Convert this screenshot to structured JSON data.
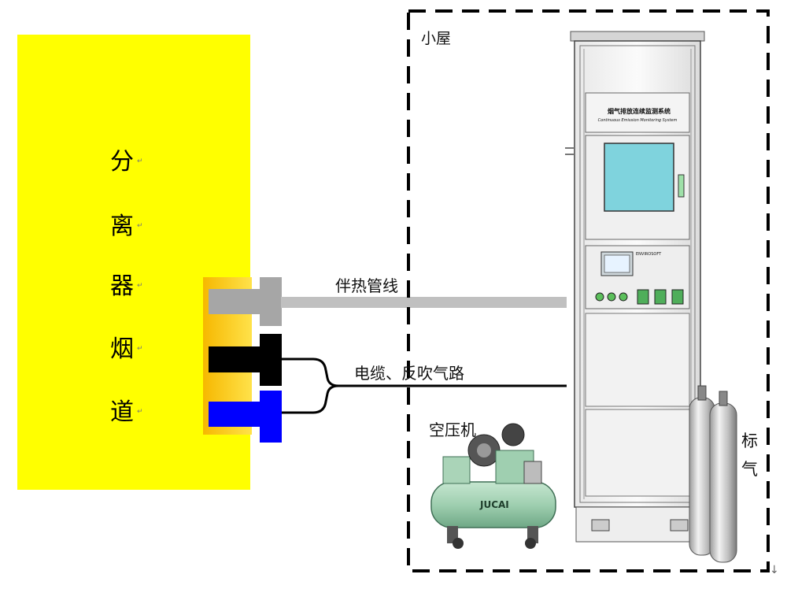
{
  "separator_flue": {
    "chars": [
      "分",
      "离",
      "器",
      "烟",
      "道"
    ],
    "color": "#ffff00"
  },
  "enclosure": {
    "label": "小屋"
  },
  "lines": {
    "heat_trace": {
      "label": "伴热管线",
      "color": "#c0c0c0"
    },
    "cable_blowback": {
      "label": "电缆、反吹气路",
      "color": "#000000"
    }
  },
  "connectors": {
    "gray": "#a6a6a6",
    "black": "#000000",
    "blue": "#0000ff"
  },
  "cabinet": {
    "title_cn": "烟气排放连续监测系统",
    "title_en": "Continuous Emission Monitoring System",
    "brand": "ENVIROSOFT",
    "screen_color": "#7fd3dd"
  },
  "compressor": {
    "label": "空压机",
    "brand": "JUCAI",
    "color": "#9fcfb0"
  },
  "calibration_gas": {
    "label": [
      "标",
      "气"
    ]
  },
  "mark": "↵",
  "corner_mark": "↓"
}
